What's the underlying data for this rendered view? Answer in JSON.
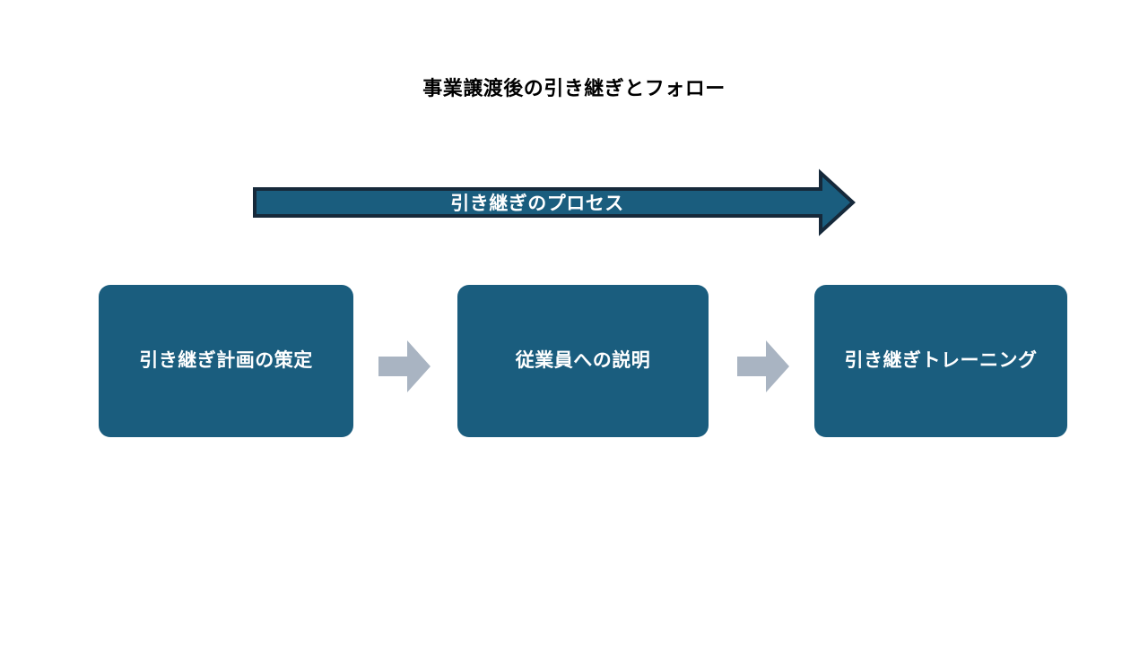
{
  "slide": {
    "title": "事業譲渡後の引き継ぎとフォロー",
    "background_color": "#FFFFFF",
    "title_color": "#000000"
  },
  "banner": {
    "label": "引き継ぎのプロセス",
    "icon": "right-block-arrow-icon",
    "fill_color": "#1A5D7E",
    "outline_color": "#16293A",
    "text_color": "#FFFFFF"
  },
  "process": {
    "accent_color": "#1A5D7E",
    "connector_color": "#A9B4C2",
    "steps": [
      {
        "label": "引き継ぎ計画の策定"
      },
      {
        "label": "従業員への説明"
      },
      {
        "label": "引き継ぎトレーニング"
      }
    ],
    "connectors": [
      {
        "icon": "right-arrow-icon"
      },
      {
        "icon": "right-arrow-icon"
      }
    ]
  }
}
